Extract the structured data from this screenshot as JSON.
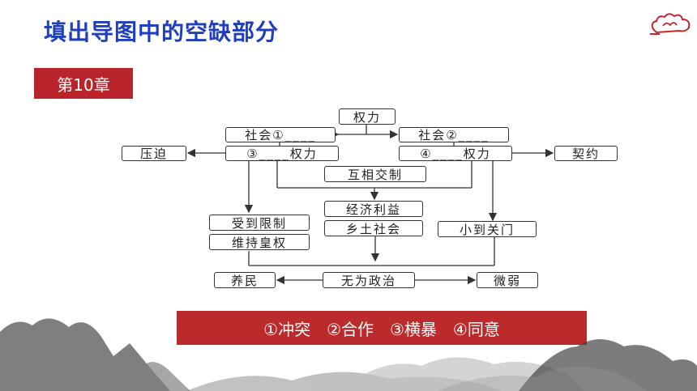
{
  "title": "填出导图中的空缺部分",
  "chapter": "第10章",
  "diagram": {
    "top": "权力",
    "social1": "社会①____",
    "social2": "社会②____",
    "power3": "③____权力",
    "power4": "④____权力",
    "left": "压迫",
    "right": "契约",
    "check": "互相交制",
    "econ": "经济利益",
    "rural": "乡土社会",
    "small": "小到关门",
    "limited": "受到限制",
    "maintain": "维持皇权",
    "yang": "养民",
    "wuwei": "无为政治",
    "weak": "微弱"
  },
  "answer": "①冲突　②合作　③横暴　④同意",
  "colors": {
    "title": "#1f3fbf",
    "accent": "#b8242a"
  }
}
